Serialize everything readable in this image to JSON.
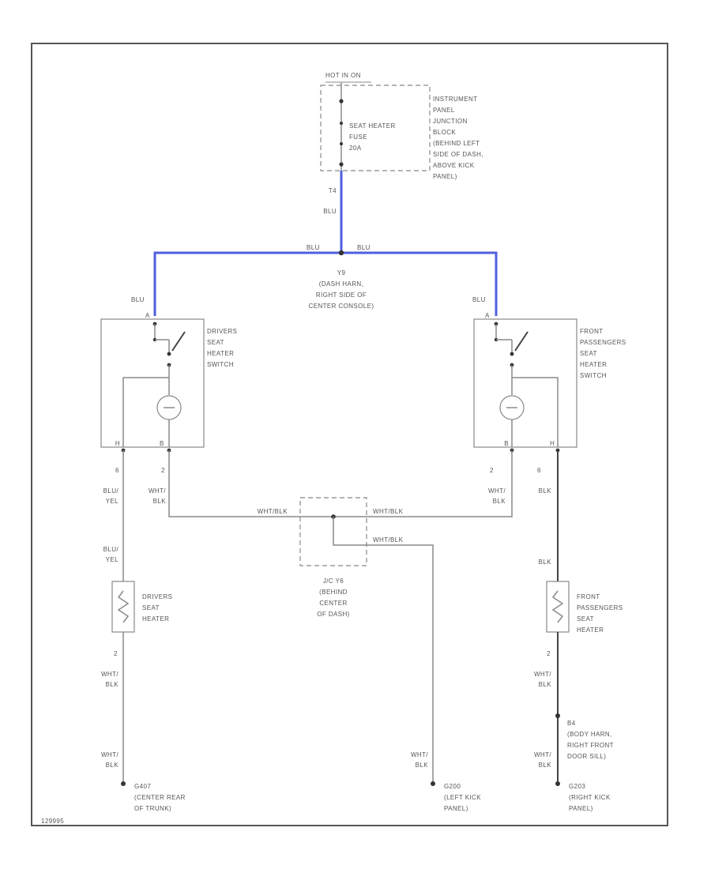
{
  "fuse_block": {
    "hot_label": "HOT IN ON",
    "fuse_label": [
      "SEAT HEATER",
      "FUSE",
      "20A"
    ],
    "location_label": [
      "INSTRUMENT",
      "PANEL",
      "JUNCTION",
      "BLOCK",
      "(BEHIND LEFT",
      "SIDE OF DASH,",
      "ABOVE KICK",
      "PANEL)"
    ],
    "pin": "T4",
    "wire_color": "BLU"
  },
  "splice": {
    "left_wire": "BLU",
    "right_wire": "BLU",
    "label": [
      "Y9",
      "(DASH HARN,",
      "RIGHT SIDE OF",
      "CENTER CONSOLE)"
    ]
  },
  "driver_switch": {
    "wire_in": "BLU",
    "pin_top": "A",
    "pin_left": "H",
    "pin_right": "B",
    "label": [
      "DRIVERS",
      "SEAT",
      "HEATER",
      "SWITCH"
    ],
    "pin_num_left": "6",
    "pin_num_right": "2",
    "wire_left": [
      "BLU/",
      "YEL"
    ],
    "wire_right": [
      "WHT/",
      "BLK"
    ]
  },
  "passenger_switch": {
    "wire_in": "BLU",
    "pin_top": "A",
    "pin_left": "B",
    "pin_right": "H",
    "label": [
      "FRONT",
      "PASSENGERS",
      "SEAT",
      "HEATER",
      "SWITCH"
    ],
    "pin_num_left": "2",
    "pin_num_right": "6",
    "wire_left": [
      "WHT/",
      "BLK"
    ],
    "wire_right": "BLK"
  },
  "junction": {
    "wire_left": "WHT/BLK",
    "wire_right_top": "WHT/BLK",
    "wire_right_bottom": "WHT/BLK",
    "label": [
      "J/C Y6",
      "(BEHIND",
      "CENTER",
      "OF DASH)"
    ]
  },
  "driver_heater": {
    "wire_in": [
      "BLU/",
      "YEL"
    ],
    "label": [
      "DRIVERS",
      "SEAT",
      "HEATER"
    ],
    "pin": "2",
    "wire_out": [
      "WHT/",
      "BLK"
    ],
    "wire_ground": [
      "WHT/",
      "BLK"
    ],
    "ground_label": [
      "G407",
      "(CENTER REAR",
      "OF TRUNK)"
    ]
  },
  "passenger_heater": {
    "wire_in": "BLK",
    "label": [
      "FRONT",
      "PASSENGERS",
      "SEAT",
      "HEATER"
    ],
    "pin": "2",
    "wire_out": [
      "WHT/",
      "BLK"
    ],
    "splice_label": [
      "B4",
      "(BODY HARN,",
      "RIGHT FRONT",
      "DOOR SILL)"
    ],
    "wire_ground": [
      "WHT/",
      "BLK"
    ],
    "ground_label": [
      "G203",
      "(RIGHT KICK",
      "PANEL)"
    ]
  },
  "center_ground": {
    "wire": [
      "WHT/",
      "BLK"
    ],
    "label": [
      "G200",
      "(LEFT KICK",
      "PANEL)"
    ]
  },
  "diagram_id": "129995",
  "colors": {
    "hot_wire": "#4f5fe0",
    "wire": "#8a8a8a",
    "frame": "#555555"
  }
}
